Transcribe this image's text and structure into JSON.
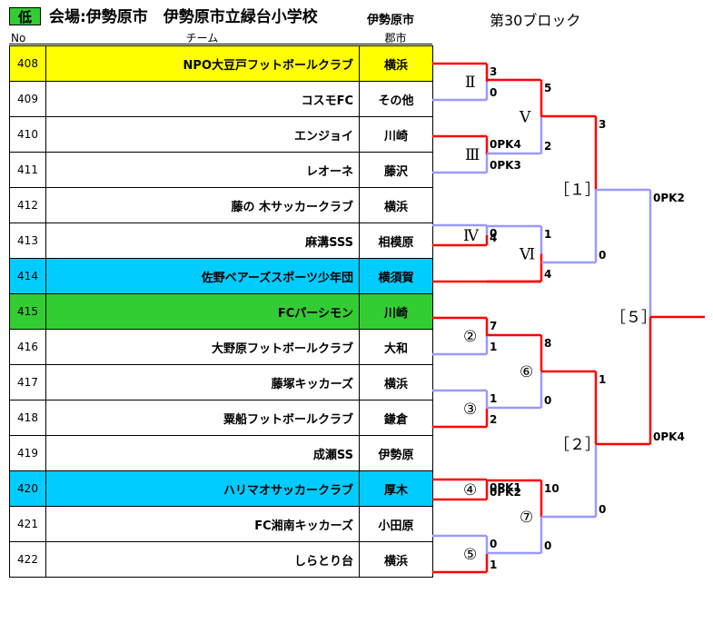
{
  "header": {
    "level": "低",
    "venue": "会場:伊勢原市　伊勢原市立緑台小学校",
    "city": "伊勢原市",
    "block": "第30ブロック",
    "col_no": "No",
    "col_team": "チーム",
    "col_city": "郡市"
  },
  "colors": {
    "yellow": "#ffff00",
    "blue": "#00ccff",
    "green": "#33cc33",
    "win_line": "#ff0000",
    "lose_line": "#9999ff"
  },
  "teams": [
    {
      "no": "408",
      "name": "NPO大豆戸フットボールクラブ",
      "city": "横浜",
      "bg": "#ffff00"
    },
    {
      "no": "409",
      "name": "コスモFC",
      "city": "その他",
      "bg": ""
    },
    {
      "no": "410",
      "name": "エンジョイ",
      "city": "川崎",
      "bg": ""
    },
    {
      "no": "411",
      "name": "レオーネ",
      "city": "藤沢",
      "bg": ""
    },
    {
      "no": "412",
      "name": "藤の 木サッカークラブ",
      "city": "横浜",
      "bg": ""
    },
    {
      "no": "413",
      "name": "麻溝SSS",
      "city": "相模原",
      "bg": ""
    },
    {
      "no": "414",
      "name": "佐野ベアーズスポーツ少年団",
      "city": "横須賀",
      "bg": "#00ccff"
    },
    {
      "no": "415",
      "name": "FCパーシモン",
      "city": "川崎",
      "bg": "#33cc33"
    },
    {
      "no": "416",
      "name": "大野原フットボールクラブ",
      "city": "大和",
      "bg": ""
    },
    {
      "no": "417",
      "name": "藤塚キッカーズ",
      "city": "横浜",
      "bg": ""
    },
    {
      "no": "418",
      "name": "粟船フットボールクラブ",
      "city": "鎌倉",
      "bg": ""
    },
    {
      "no": "419",
      "name": "成瀬SS",
      "city": "伊勢原",
      "bg": ""
    },
    {
      "no": "420",
      "name": "ハリマオサッカークラブ",
      "city": "厚木",
      "bg": "#00ccff"
    },
    {
      "no": "421",
      "name": "FC湘南キッカーズ",
      "city": "小田原",
      "bg": ""
    },
    {
      "no": "422",
      "name": "しらとり台",
      "city": "横浜",
      "bg": ""
    }
  ],
  "matches": {
    "m1": {
      "label": "Ⅱ",
      "top": "3",
      "bottom": "0"
    },
    "m2": {
      "label": "Ⅲ",
      "top": "0PK4",
      "bottom": "0PK3"
    },
    "m3": {
      "label": "Ⅳ",
      "top": "0",
      "bottom": "4"
    },
    "m4": {
      "label": "Ⅴ",
      "top": "5",
      "bottom": "2"
    },
    "m5": {
      "label": "Ⅵ",
      "top": "1",
      "bottom": "4"
    },
    "m6": {
      "label": "［１］",
      "top": "3",
      "bottom": "0"
    },
    "m7": {
      "label": "②",
      "top": "7",
      "bottom": "1"
    },
    "m8": {
      "label": "③",
      "top": "1",
      "bottom": "2"
    },
    "m9": {
      "label": "⑥",
      "top": "8",
      "bottom": "0"
    },
    "m10": {
      "label": "④",
      "top": "0PK1",
      "bottom": "0PK2"
    },
    "m11": {
      "label": "⑤",
      "top": "0",
      "bottom": "1"
    },
    "m12": {
      "label": "⑦",
      "top": "10",
      "bottom": "0"
    },
    "m13": {
      "label": "［２］",
      "top": "1",
      "bottom": "0"
    },
    "m14": {
      "label": "［５］",
      "top": "0PK2",
      "bottom": "0PK4"
    }
  }
}
